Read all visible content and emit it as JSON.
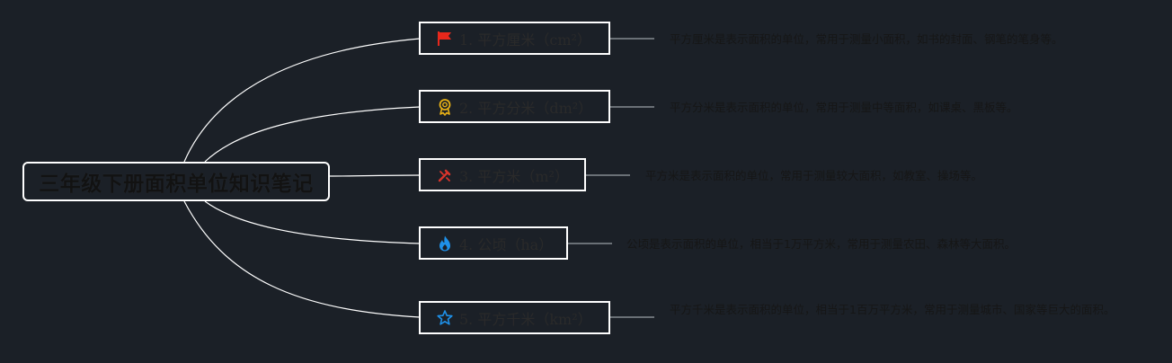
{
  "root": {
    "title": "三年级下册面积单位知识笔记"
  },
  "branches": [
    {
      "label": "1. 平方厘米（cm²）",
      "icon": "red-flag-icon",
      "icon_color": "#e8281c",
      "description": "平方厘米是表示面积的单位，常用于测量小面积，如书的封面、钢笔的笔身等。"
    },
    {
      "label": "2. 平方分米（dm²）",
      "icon": "award-medal-icon",
      "icon_color": "#e8b116",
      "description": "平方分米是表示面积的单位，常用于测量中等面积，如课桌、黑板等。"
    },
    {
      "label": "3. 平方米（m²）",
      "icon": "tools-icon",
      "icon_color": "#d9342b",
      "description": "平方米是表示面积的单位，常用于测量较大面积，如教室、操场等。"
    },
    {
      "label": "4. 公顷（ha）",
      "icon": "fire-icon",
      "icon_color": "#1e90e8",
      "description": "公顷是表示面积的单位，相当于1万平方米，常用于测量农田、森林等大面积。"
    },
    {
      "label": "5. 平方千米（km²）",
      "icon": "star-icon",
      "icon_color": "#1e90e8",
      "description": "平方千米是表示面积的单位，相当于1百万平方米，常用于测量城市、国家等巨大的面积。"
    }
  ],
  "colors": {
    "background": "#1b2027",
    "line": "#ffffff",
    "connector": "#9aa0a6"
  }
}
